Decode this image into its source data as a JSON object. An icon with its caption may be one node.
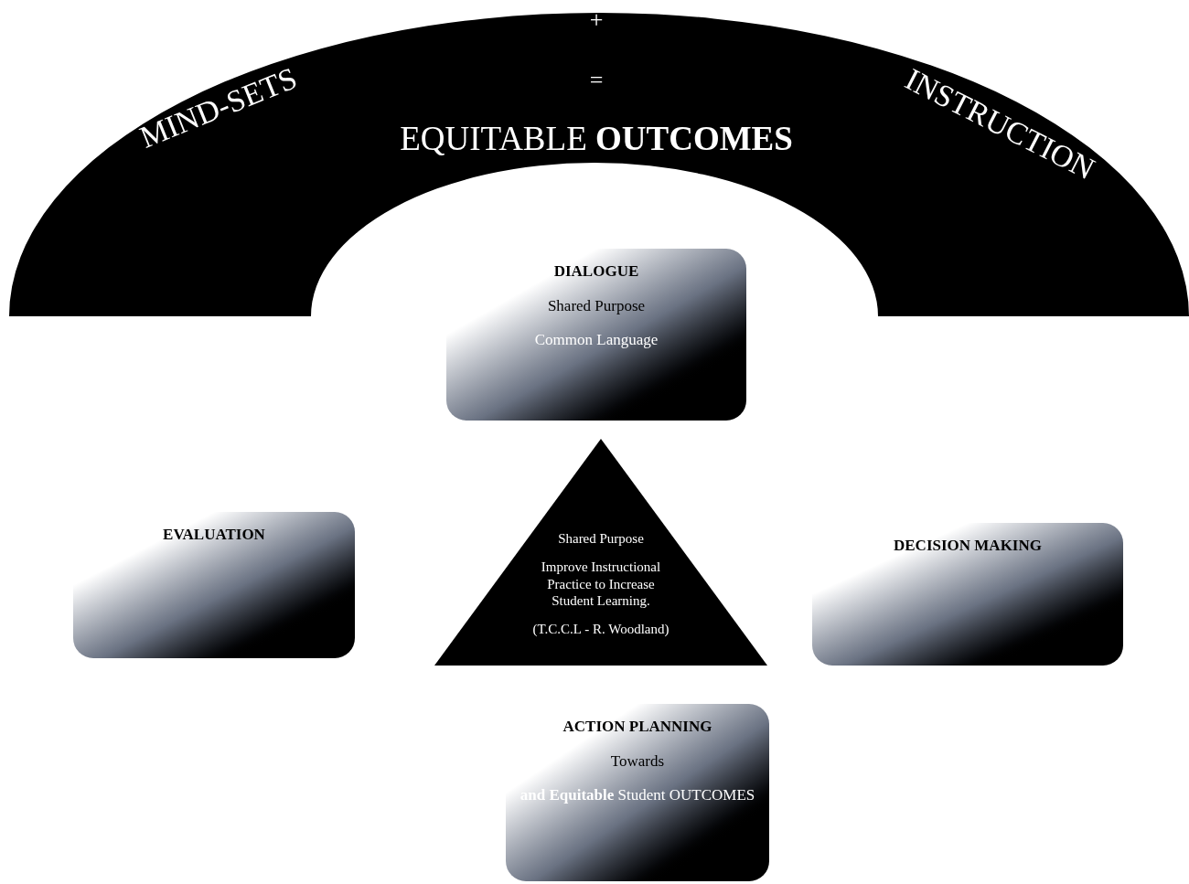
{
  "diagram": {
    "nodes": [
      {
        "text": [
          "MIND-SETS",
          "+",
          "INSTRUCTION",
          "=",
          "EQUITABLE **OUTCOMES**"
        ]
      },
      {
        "text": [
          "DIALOGUE",
          "Shared Purpose",
          "Common Language"
        ]
      },
      {
        "text": [
          "EVALUATION"
        ]
      },
      {
        "text": [
          "Shared Purpose",
          "Improve Instructional Practice to Increase Student Learning.",
          "(T.C.C.L - R. Woodland)"
        ]
      },
      {
        "text": [
          "DECISION MAKING"
        ]
      },
      {
        "text": [
          "ACTION PLANNING",
          "Towards",
          "**and Equitable** Student OUTCOMES"
        ]
      }
    ],
    "edges": []
  }
}
